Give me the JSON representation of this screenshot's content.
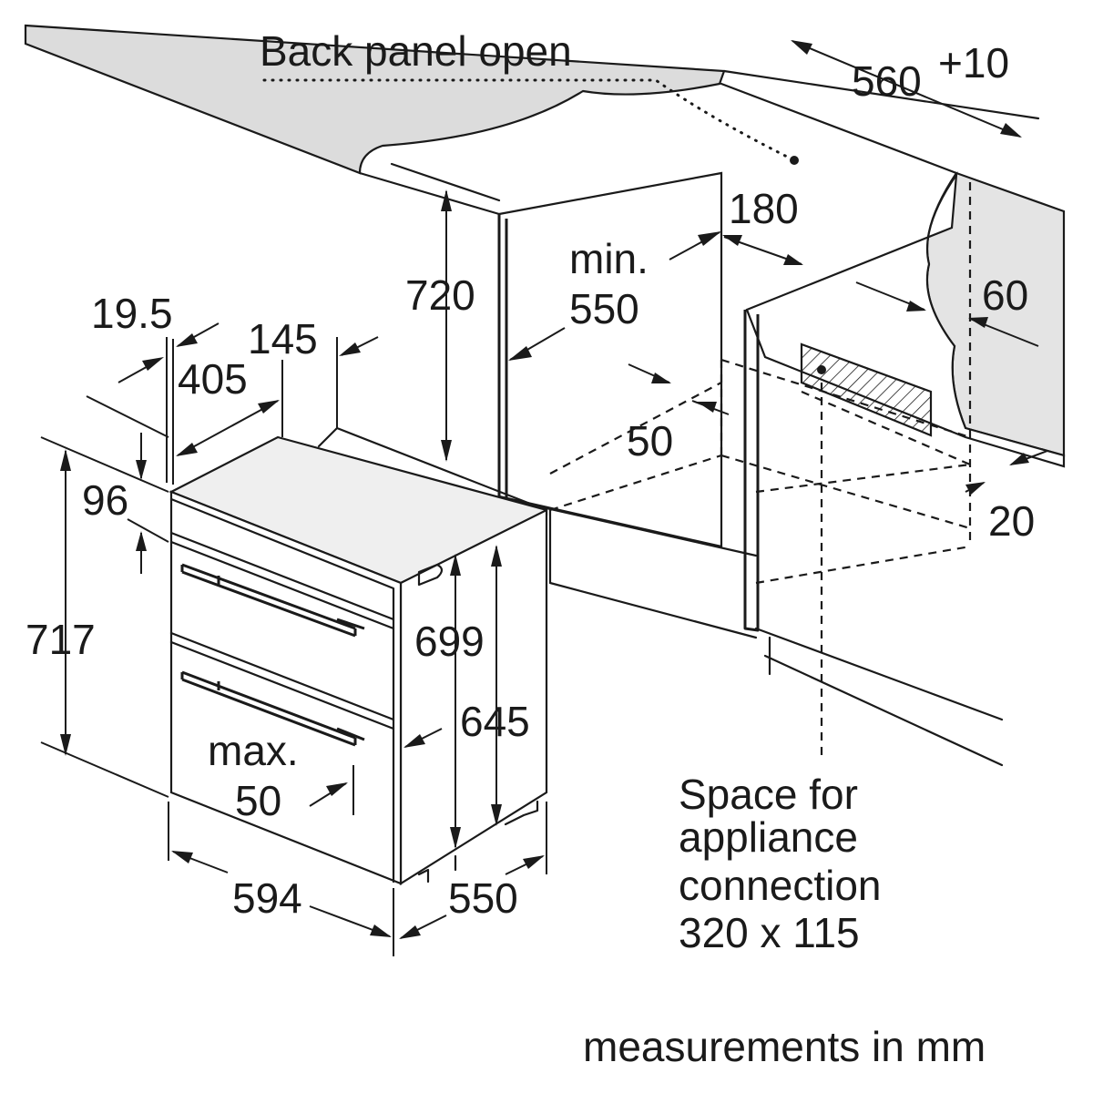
{
  "labels": {
    "back_panel": "Back panel open",
    "width_niche_base": "560",
    "width_niche_tol": "+10",
    "d180": "180",
    "d720": "720",
    "min": "min.",
    "d550_niche": "550",
    "d60": "60",
    "d19_5": "19.5",
    "d145": "145",
    "d405": "405",
    "d50_gap": "50",
    "d96": "96",
    "d20": "20",
    "d717": "717",
    "d699": "699",
    "d645": "645",
    "max": "max.",
    "d50_front": "50",
    "d594": "594",
    "d550_depth": "550",
    "space_line1": "Space for",
    "space_line2": "appliance",
    "space_line3": "connection",
    "space_line4": "320 x 115",
    "units": "measurements in mm"
  }
}
